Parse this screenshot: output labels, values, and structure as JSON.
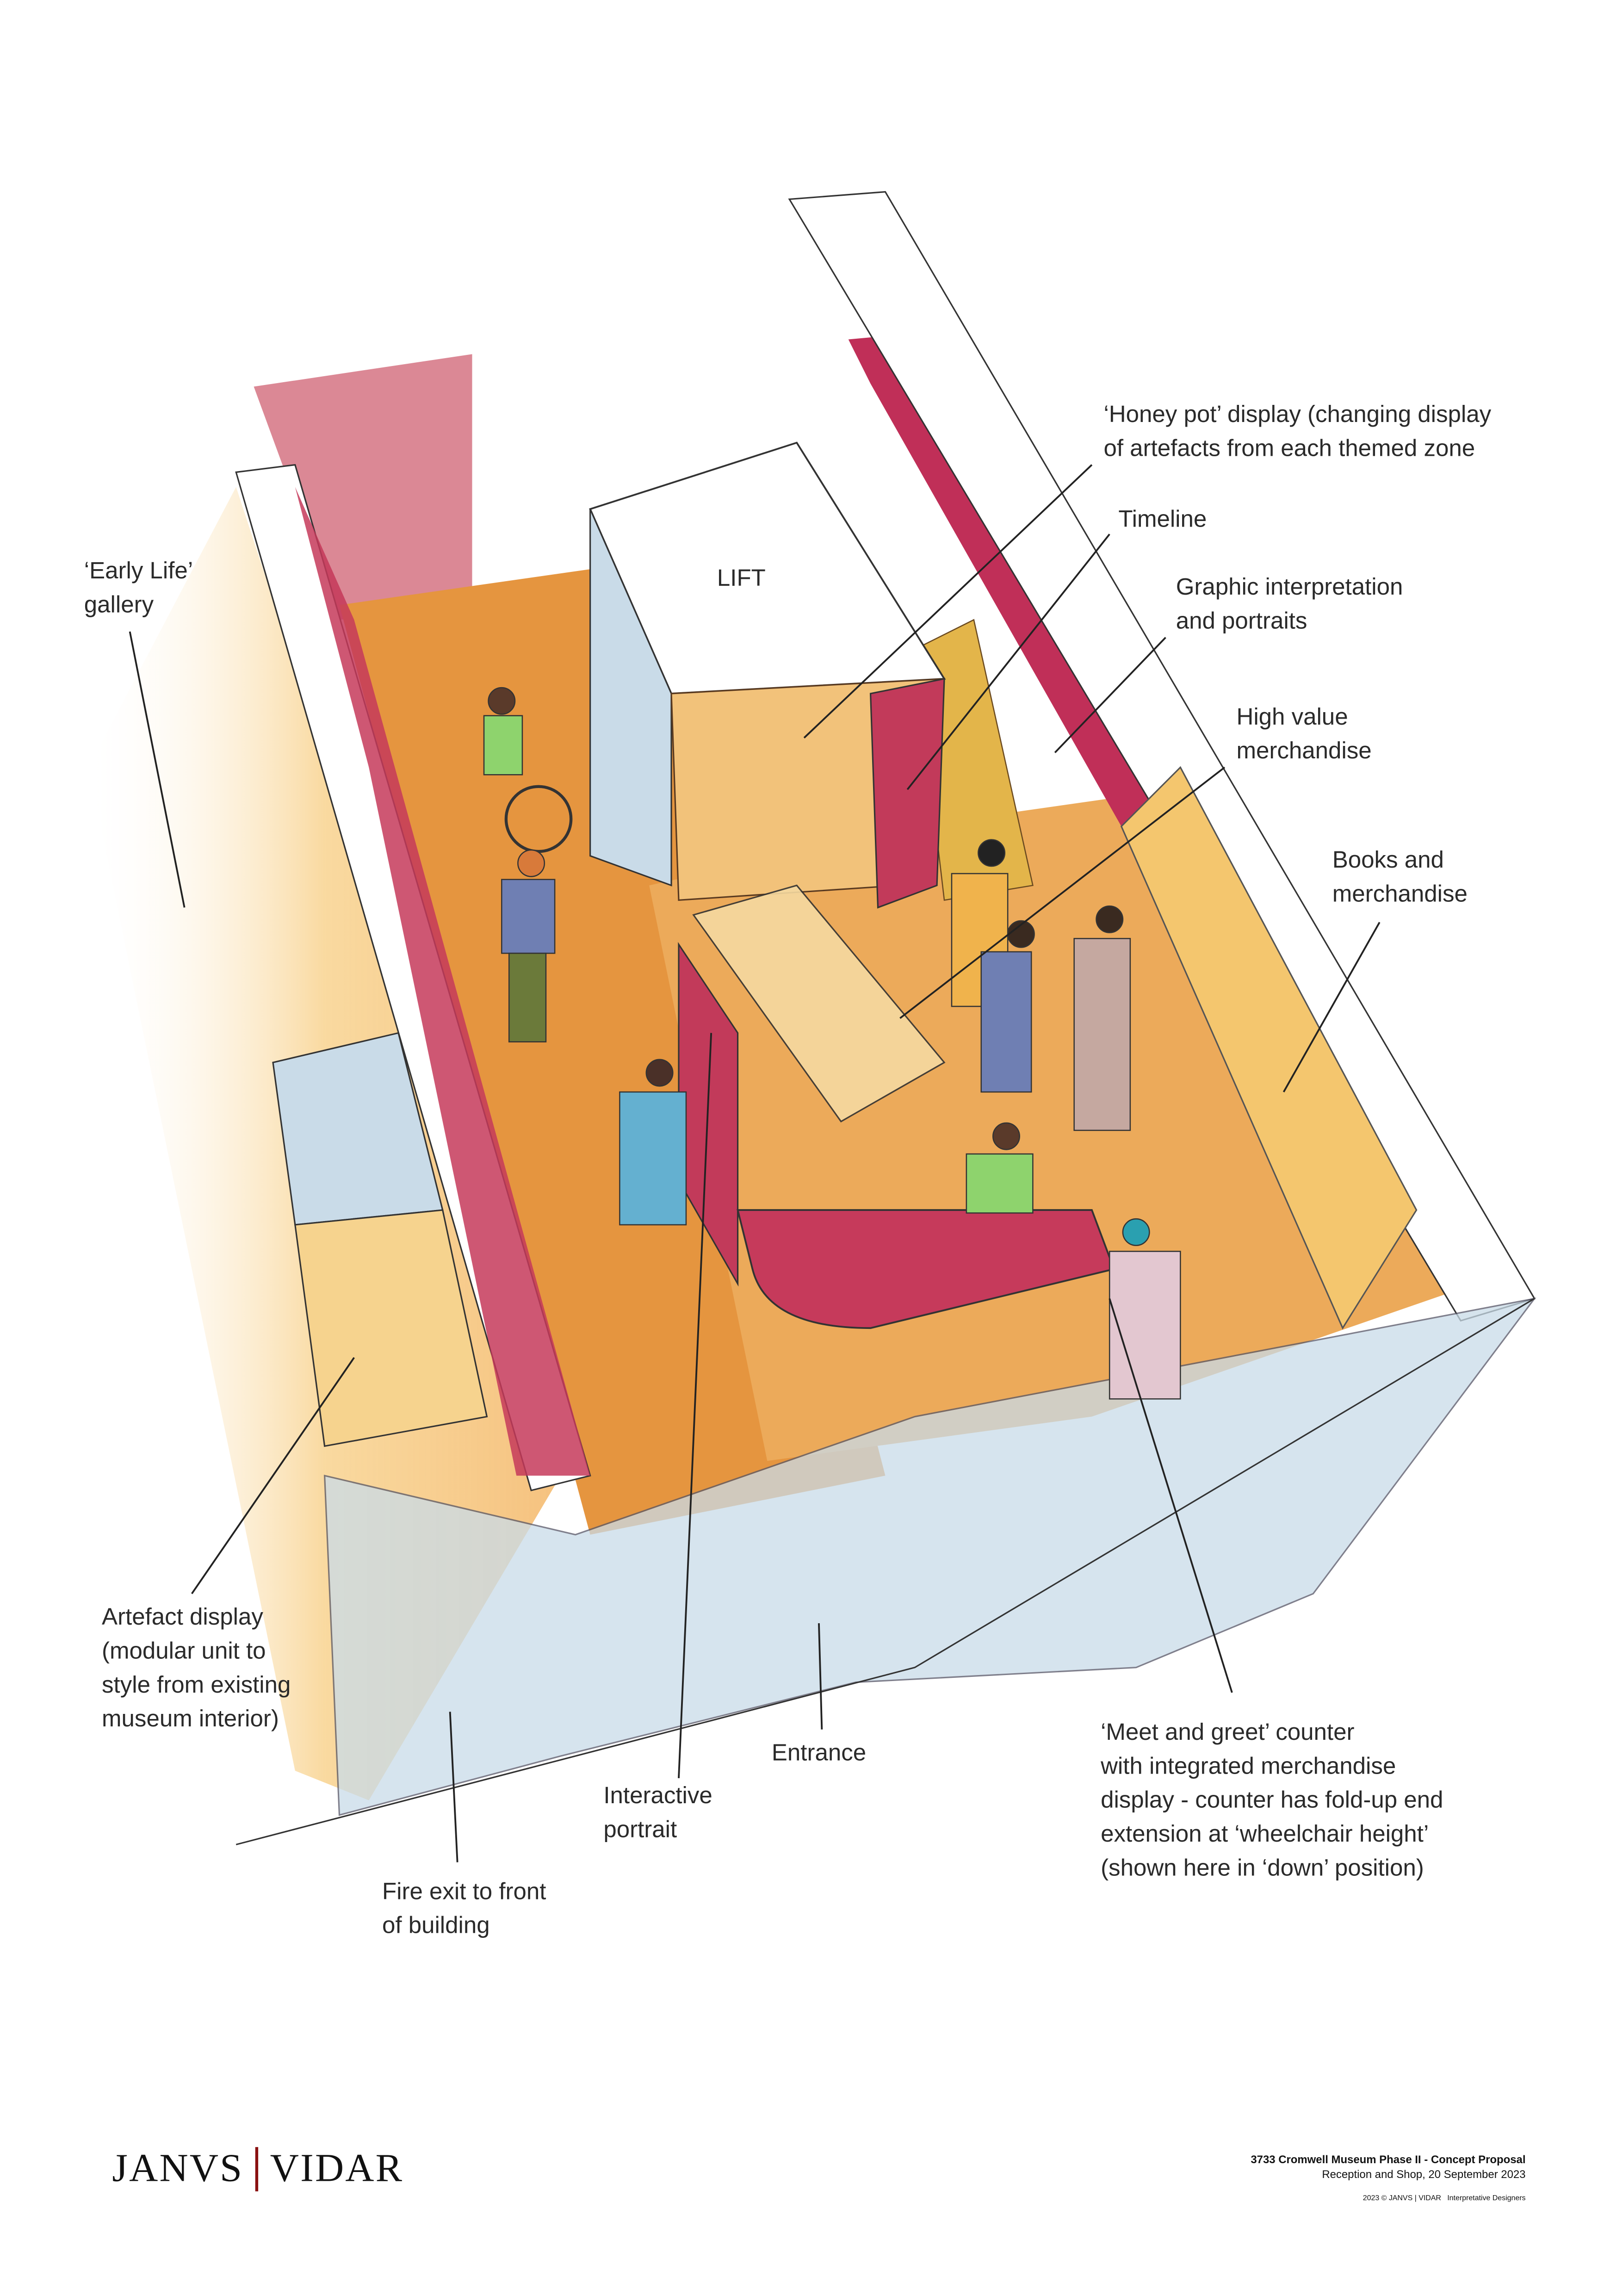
{
  "labels": {
    "early_life": [
      "‘Early Life’",
      "gallery"
    ],
    "lift": "LIFT",
    "honey_pot": [
      "‘Honey pot’ display (changing display",
      "of artefacts from each themed zone"
    ],
    "timeline": "Timeline",
    "graphic": [
      "Graphic interpretation",
      "and portraits"
    ],
    "high_value": [
      "High value",
      "merchandise"
    ],
    "books": [
      "Books and",
      "merchandise"
    ],
    "artefact": [
      "Artefact display",
      "(modular unit to",
      "style from existing",
      "museum interior)"
    ],
    "entrance": "Entrance",
    "interactive": [
      "Interactive",
      "portrait"
    ],
    "fire_exit": [
      "Fire exit to front",
      "of building"
    ],
    "meet_greet": [
      "‘Meet and greet’ counter",
      "with integrated merchandise",
      "display - counter has fold-up end",
      "extension at ‘wheelchair height’",
      "(shown here in ‘down’ position)"
    ]
  },
  "footer": {
    "logo_left": "JANVS",
    "logo_right": "VIDAR",
    "project": "3733 Cromwell Museum Phase II - Concept Proposal",
    "subtitle": "Reception and Shop, 20 September 2023",
    "copyright": "2023 © JANVS | VIDAR   Interpretative Designers"
  },
  "colors": {
    "wall": "#c23a5a",
    "floor": "#e9a45a",
    "glass": "#c9dbe8",
    "logo_bar": "#8a1111"
  }
}
